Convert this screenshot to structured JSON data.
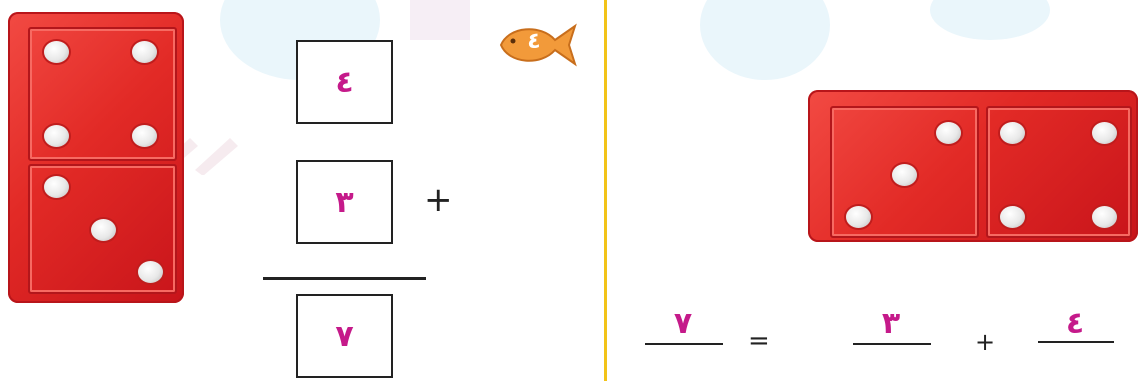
{
  "left_problem": {
    "top_value": "٤",
    "middle_value": "٣",
    "result_value": "٧",
    "plus_sign": "+"
  },
  "fish_badge": {
    "value": "٤"
  },
  "right_problem": {
    "result": "٧",
    "equals_sign": "=",
    "addend_a": "٣",
    "plus_sign": "+",
    "addend_b": "٤"
  },
  "colors": {
    "domino": "#e22a26",
    "answer_text": "#c51a8a",
    "divider": "#f2c318",
    "fish": "#f29a3a"
  },
  "icons": [
    "domino-vertical",
    "domino-horizontal",
    "fish-icon",
    "pencil-watermark-icon"
  ]
}
